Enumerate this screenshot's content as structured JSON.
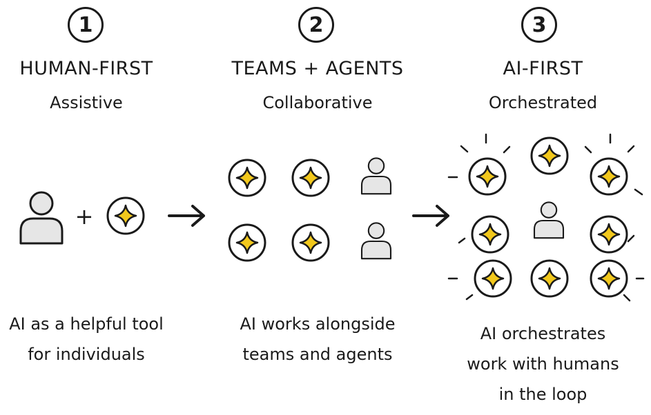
{
  "stages": [
    {
      "number": "1",
      "title": "HUMAN-FIRST",
      "subtitle": "Assistive",
      "description": [
        "AI as a helpful tool",
        "for individuals"
      ]
    },
    {
      "number": "2",
      "title": "TEAMS + AGENTS",
      "subtitle": "Collaborative",
      "description": [
        "AI works alongside",
        "teams and agents"
      ]
    },
    {
      "number": "3",
      "title": "AI-FIRST",
      "subtitle": "Orchestrated",
      "description": [
        "AI orchestrates",
        "work with humans",
        "in the loop"
      ]
    }
  ],
  "plus_symbol": "+",
  "colors": {
    "ink": "#1a1a1a",
    "sparkle": "#f2c81c",
    "person_fill": "#e6e6e6"
  },
  "icons": [
    "person-icon",
    "ai-sparkle-icon",
    "arrow-right-icon"
  ]
}
